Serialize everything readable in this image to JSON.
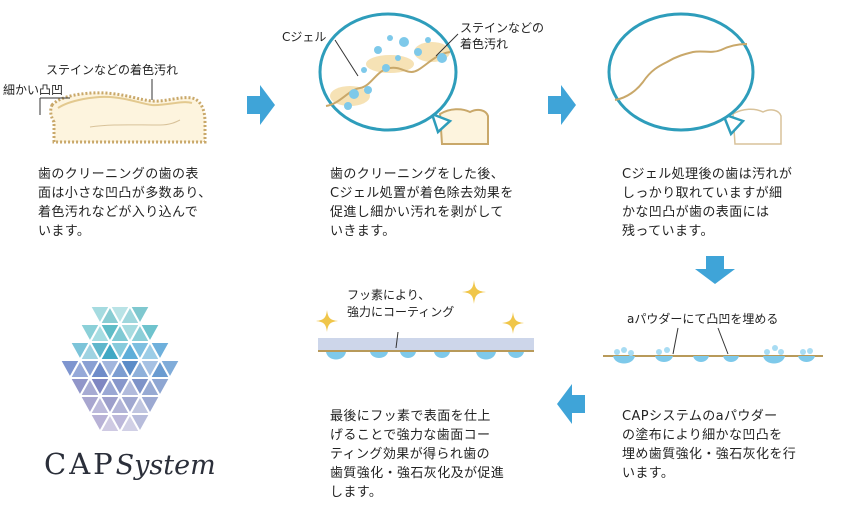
{
  "step1": {
    "label_stain": "ステインなどの着色汚れ",
    "label_bumps": "細かい凸凹",
    "desc": "歯のクリーニングの歯の表\n面は小さな凹凸が多数あり、\n着色汚れなどが入り込んで\nいます。"
  },
  "step2": {
    "label_gel": "Cジェル",
    "label_stain": "ステインなどの\n着色汚れ",
    "desc": "歯のクリーニングをした後、\nCジェル処置が着色除去効果を\n促進し細かい汚れを剥がして\nいきます。"
  },
  "step3": {
    "desc": "Cジェル処理後の歯は汚れが\nしっかり取れていますが細\nかな凹凸が歯の表面には\n残っています。"
  },
  "step4": {
    "label": "aパウダーにて凸凹を埋める",
    "desc": "CAPシステムのaパウダー\nの塗布により細かな凹凸を\n埋め歯質強化・強石灰化を行\nいます。"
  },
  "step5": {
    "label": "フッ素により、\n強力にコーティング",
    "desc": "最後にフッ素で表面を仕上\nげることで強力な歯面コー\nティング効果が得られ歯の\n歯質強化・強石灰化及が促進\nします。"
  },
  "brand": {
    "part1": "CAP",
    "part2": "System"
  },
  "colors": {
    "arrow": "#3fa4d8",
    "tooth_fill": "#fdf4de",
    "tooth_stroke": "#c9a86a",
    "bubble_stroke": "#2e9dbb",
    "gel": "#7ec9ea",
    "coating": "#cdd6ea",
    "sparkle": "#f0c64a"
  },
  "icons": [
    "right-arrow-icon",
    "down-arrow-icon",
    "left-arrow-icon",
    "sparkle-icon",
    "hexagon-logo-icon"
  ]
}
